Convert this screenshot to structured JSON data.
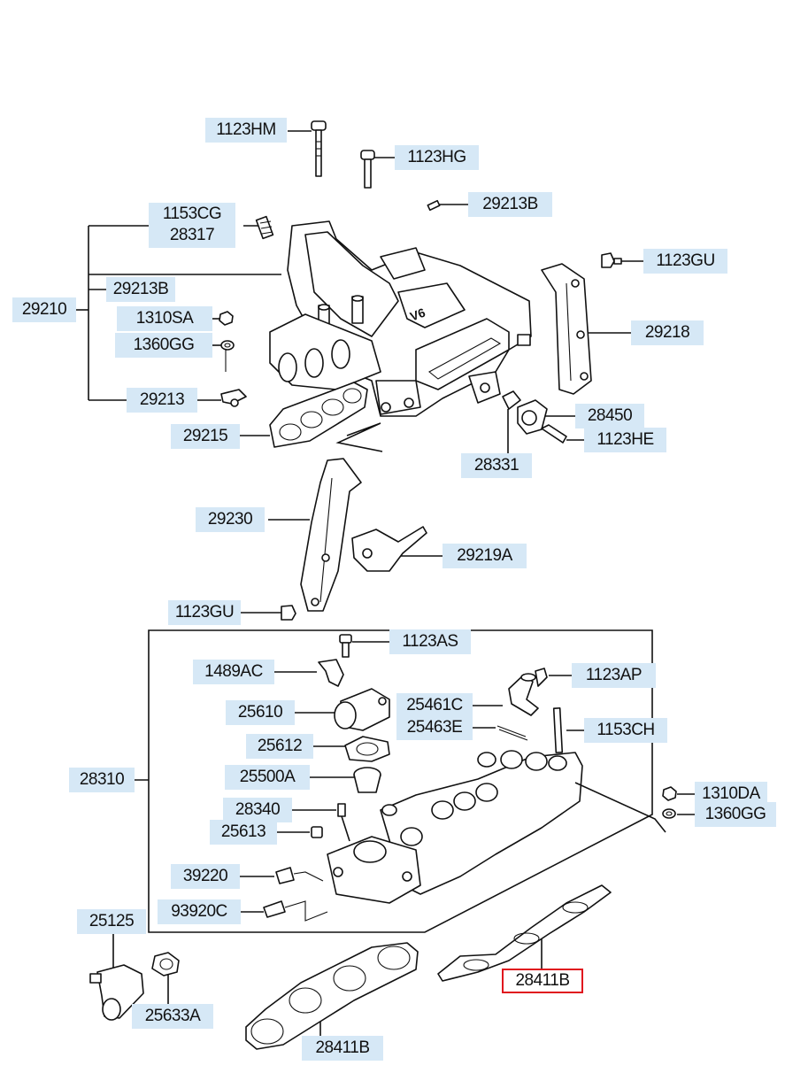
{
  "labels": {
    "l1123HM": "1123HM",
    "l1123HG": "1123HG",
    "l29213B_top": "29213B",
    "l1153CG": "1153CG",
    "l28317": "28317",
    "l1123GU_top": "1123GU",
    "l29213B_left": "29213B",
    "l29210": "29210",
    "l1310SA": "1310SA",
    "l1360GG_top": "1360GG",
    "l29218": "29218",
    "l29213": "29213",
    "l28450": "28450",
    "l29215": "29215",
    "l1123HE": "1123HE",
    "l28331": "28331",
    "l29230": "29230",
    "l29219A": "29219A",
    "l1123GU_bot": "1123GU",
    "l1123AS": "1123AS",
    "l1489AC": "1489AC",
    "l1123AP": "1123AP",
    "l25610": "25610",
    "l25461C": "25461C",
    "l25463E": "25463E",
    "l1153CH": "1153CH",
    "l25612": "25612",
    "l28310": "28310",
    "l25500A": "25500A",
    "l1310DA": "1310DA",
    "l28340": "28340",
    "l1360GG_bot": "1360GG",
    "l25613": "25613",
    "l39220": "39220",
    "l93920C": "93920C",
    "l25125": "25125",
    "l28411B_hl": "28411B",
    "l25633A": "25633A",
    "l28411B_bot": "28411B"
  },
  "highlight_color": "#e0141e",
  "label_bg_color": "#d6e8f6"
}
